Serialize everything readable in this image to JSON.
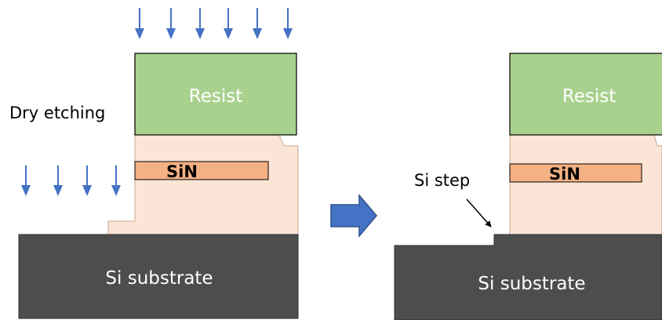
{
  "left_panel": {
    "resist_label": "Resist",
    "sin_label": "SiN",
    "substrate_label": "Si substrate",
    "process_label": "Dry etching"
  },
  "right_panel": {
    "resist_label": "Resist",
    "sin_label": "SiN",
    "substrate_label": "Si substrate",
    "step_label": "Si step"
  },
  "colors": {
    "resist": "#a9d18e",
    "resist_text": "#ffffff",
    "cladding": "#fbe5d6",
    "cladding_edge": "#c9a690",
    "sin": "#f4b183",
    "substrate": "#4d4d4d",
    "substrate_text": "#ffffff",
    "arrow": "#4472c4",
    "process_arrow_fill": "#4472c4",
    "process_arrow_stroke": "#2f528f"
  }
}
